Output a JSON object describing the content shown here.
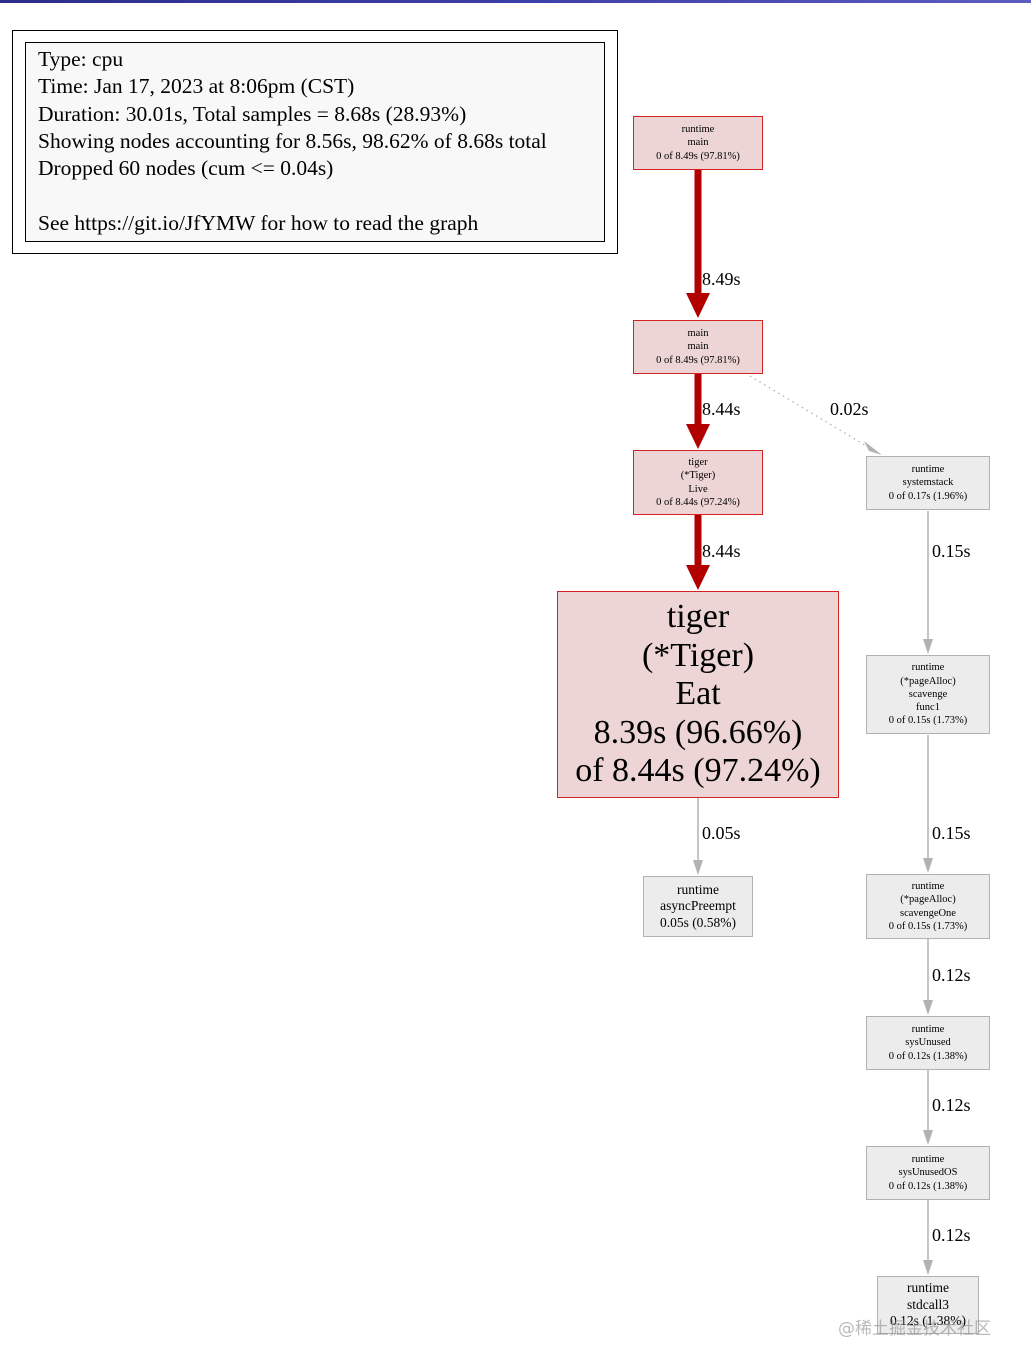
{
  "legend": {
    "lines": [
      "Type: cpu",
      "Time: Jan 17, 2023 at 8:06pm (CST)",
      "Duration: 30.01s, Total samples = 8.68s (28.93%)",
      "Showing nodes accounting for 8.56s, 98.62% of 8.68s total",
      "Dropped 60 nodes (cum <= 0.04s)",
      "",
      "See https://git.io/JfYMW for how to read the graph"
    ]
  },
  "nodes": {
    "runtime_main": [
      "runtime",
      "main",
      "0 of 8.49s (97.81%)"
    ],
    "main_main": [
      "main",
      "main",
      "0 of 8.49s (97.81%)"
    ],
    "tiger_live": [
      "tiger",
      "(*Tiger)",
      "Live",
      "0 of 8.44s (97.24%)"
    ],
    "tiger_eat": [
      "tiger",
      "(*Tiger)",
      "Eat",
      "8.39s (96.66%)",
      "of 8.44s (97.24%)"
    ],
    "async_preempt": [
      "runtime",
      "asyncPreempt",
      "0.05s (0.58%)"
    ],
    "systemstack": [
      "runtime",
      "systemstack",
      "0 of 0.17s (1.96%)"
    ],
    "scavenge_func1": [
      "runtime",
      "(*pageAlloc)",
      "scavenge",
      "func1",
      "0 of 0.15s (1.73%)"
    ],
    "scavenge_one": [
      "runtime",
      "(*pageAlloc)",
      "scavengeOne",
      "0 of 0.15s (1.73%)"
    ],
    "sys_unused": [
      "runtime",
      "sysUnused",
      "0 of 0.12s (1.38%)"
    ],
    "sys_unused_os": [
      "runtime",
      "sysUnusedOS",
      "0 of 0.12s (1.38%)"
    ],
    "stdcall3": [
      "runtime",
      "stdcall3",
      "0.12s (1.38%)"
    ]
  },
  "edges": {
    "runtime_main_to_main_main": "8.49s",
    "main_main_to_tiger_live": "8.44s",
    "main_main_to_systemstack": "0.02s",
    "tiger_live_to_tiger_eat": "8.44s",
    "tiger_eat_to_async_preempt": "0.05s",
    "systemstack_to_scavenge_func1": "0.15s",
    "scavenge_func1_to_scavenge_one": "0.15s",
    "scavenge_one_to_sys_unused": "0.12s",
    "sys_unused_to_sys_unused_os": "0.12s",
    "sys_unused_os_to_stdcall3": "0.12s"
  },
  "colors": {
    "hot_fill": "#edd5d5",
    "hot_border": "#d62222",
    "hot_edge": "#b20000",
    "cool_fill": "#ececec",
    "cool_border": "#b2b2b2",
    "cool_edge": "#b2b2b2"
  },
  "watermark": "@稀土掘金技术社区"
}
